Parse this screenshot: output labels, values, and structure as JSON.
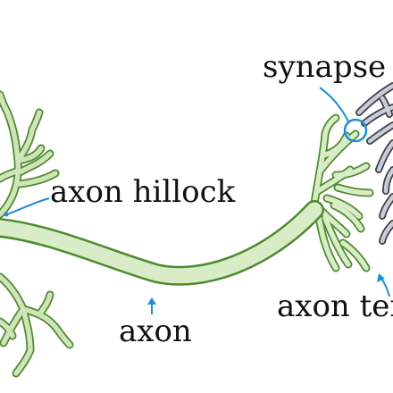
{
  "labels": {
    "synapse": "synapse",
    "axon_hillock": "axon hillock",
    "axon": "axon",
    "axon_terminal": "axon ter"
  },
  "colors": {
    "neuron_fill": "#d9ecc8",
    "neuron_stroke": "#4f8a2e",
    "dendrite_fill": "#cfe4b8",
    "other_neuron_fill": "#c9ced6",
    "other_neuron_stroke": "#3a3f4a",
    "pointer": "#1b8fd3",
    "text": "#111111"
  }
}
